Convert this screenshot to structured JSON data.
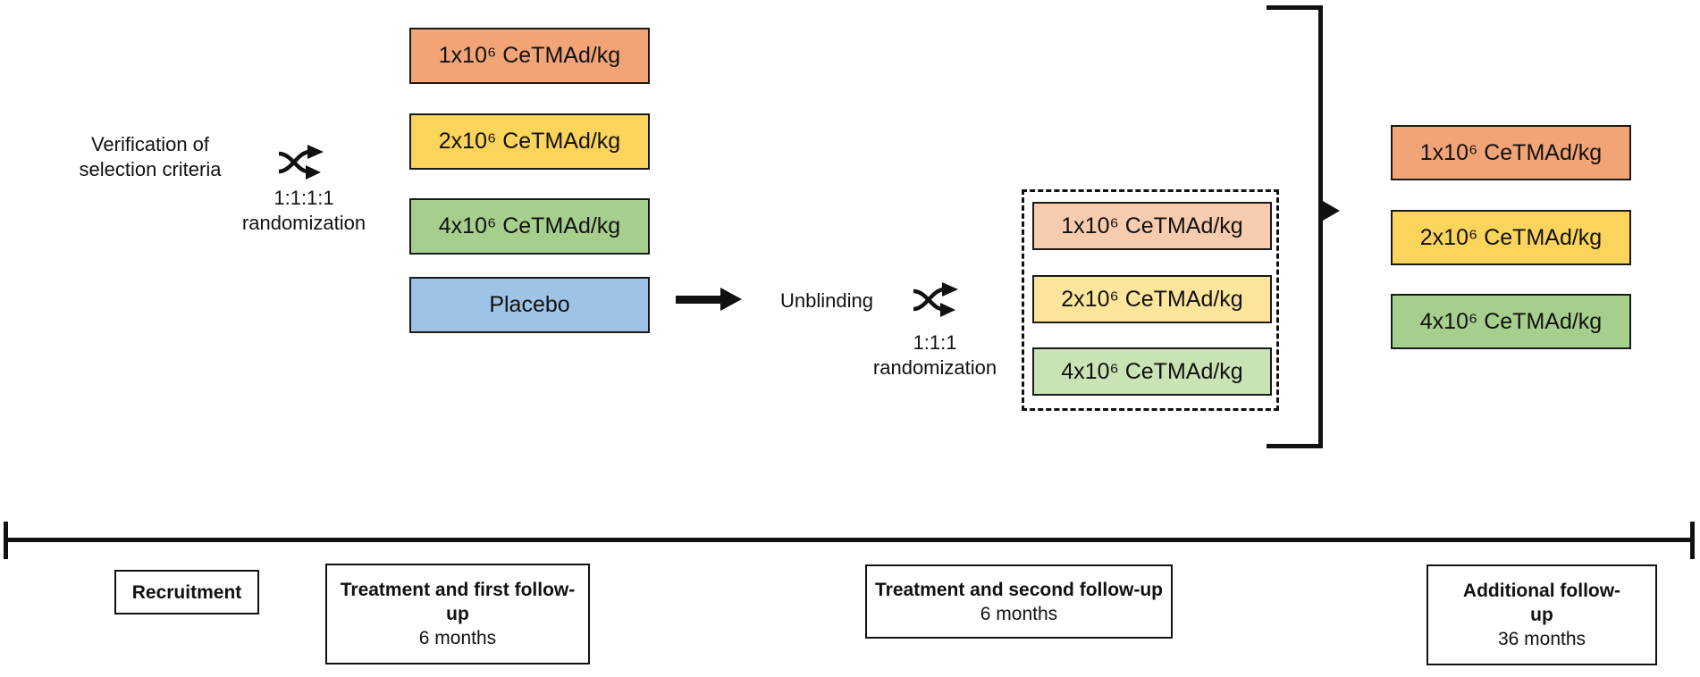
{
  "flow": {
    "screening_label": "Verification of\nselection criteria",
    "randomization_1_label": "1:1:1:1\nrandomization",
    "unblinding_label": "Unblinding",
    "randomization_2_label": "1:1:1\nrandomization"
  },
  "first_randomization_arms": [
    {
      "label": "1x10⁶ CeTMAd/kg",
      "color": "#F2A476"
    },
    {
      "label": "2x10⁶ CeTMAd/kg",
      "color": "#FBD45C"
    },
    {
      "label": "4x10⁶ CeTMAd/kg",
      "color": "#A6CF8D"
    },
    {
      "label": "Placebo",
      "color": "#9DC3E6"
    }
  ],
  "second_randomization_arms": [
    {
      "label": "1x10⁶ CeTMAd/kg",
      "color": "#F7CBAD"
    },
    {
      "label": "2x10⁶ CeTMAd/kg",
      "color": "#FDE59C"
    },
    {
      "label": "4x10⁶ CeTMAd/kg",
      "color": "#C9E3B5"
    }
  ],
  "additional_followup_arms": [
    {
      "label": "1x10⁶ CeTMAd/kg",
      "color": "#F2A476"
    },
    {
      "label": "2x10⁶ CeTMAd/kg",
      "color": "#FBD45C"
    },
    {
      "label": "4x10⁶ CeTMAd/kg",
      "color": "#A6CF8D"
    }
  ],
  "timeline_phases": [
    {
      "title": "Recruitment"
    },
    {
      "title": "Treatment and first follow-\nup",
      "duration": "6 months"
    },
    {
      "title": "Treatment and second follow-up",
      "duration": "6 months"
    },
    {
      "title": "Additional follow-\nup",
      "duration": "36 months"
    }
  ]
}
